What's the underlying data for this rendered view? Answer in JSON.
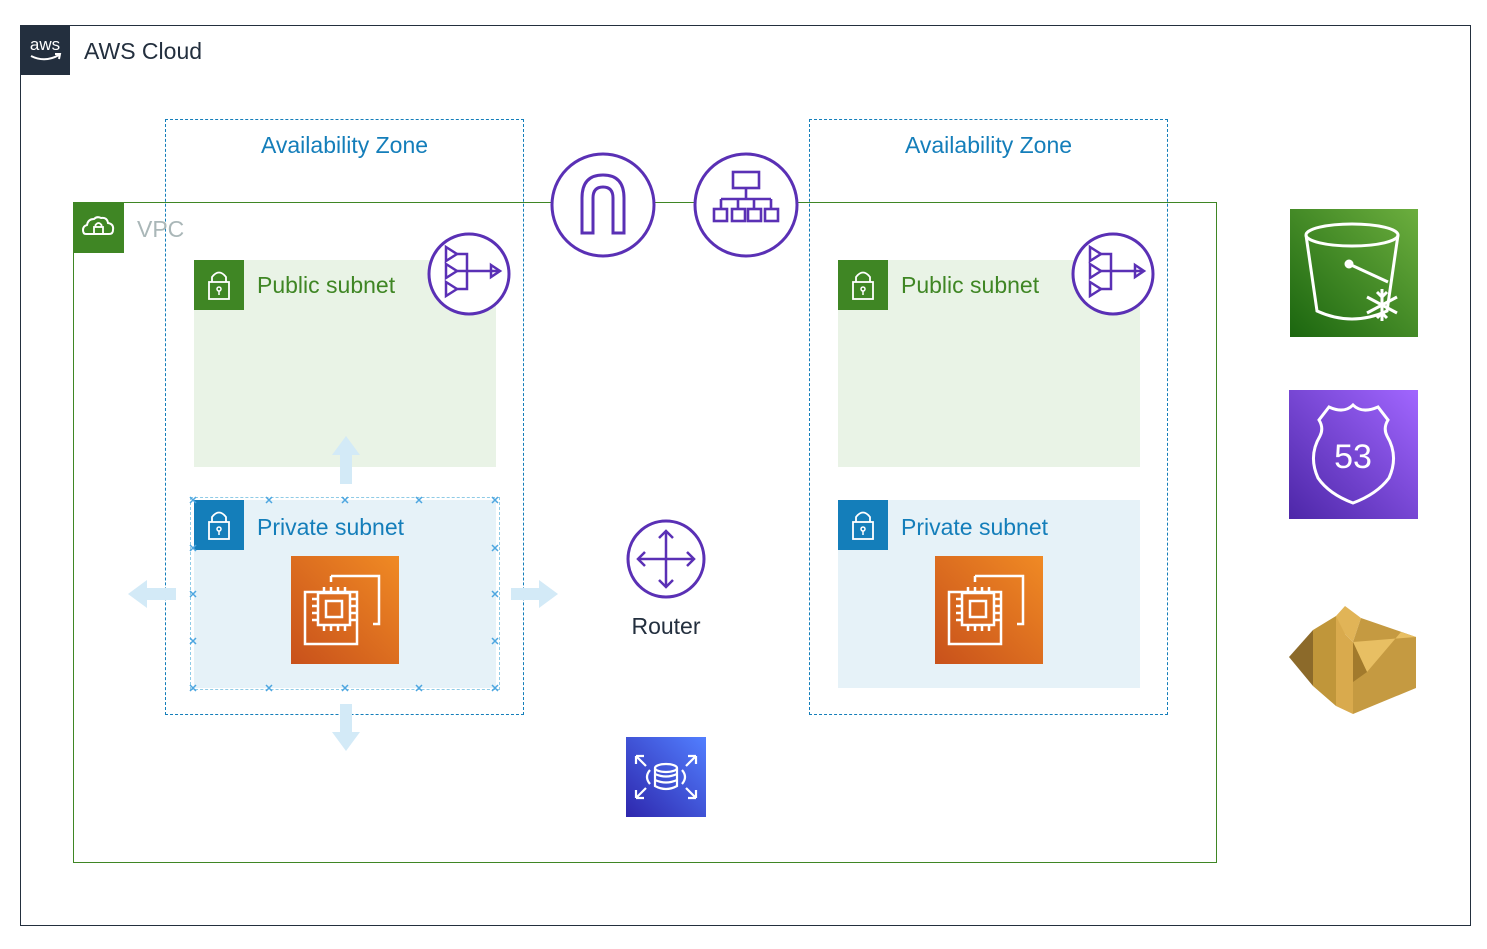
{
  "cloud": {
    "title": "AWS Cloud",
    "icon": "aws-logo-icon",
    "color": "#232f3e"
  },
  "vpc": {
    "title": "VPC",
    "icon": "cloud-lock-icon",
    "color": "#3f8624"
  },
  "zones": [
    {
      "title": "Availability Zone",
      "public_subnet": "Public subnet",
      "private_subnet": "Private subnet"
    },
    {
      "title": "Availability Zone",
      "public_subnet": "Public subnet",
      "private_subnet": "Private subnet"
    }
  ],
  "router": {
    "label": "Router"
  },
  "icons": {
    "nat_gateway": "nat-gateway-icon",
    "internet_gateway": "internet-gateway-icon",
    "load_balancer": "load-balancer-icon",
    "ec2_instance": "ec2-instance-icon",
    "router": "router-icon",
    "rds": "rds-icon",
    "s3_glacier": "s3-glacier-icon",
    "route53": "route53-icon",
    "ses": "ses-icon"
  },
  "route53_number": "53",
  "colors": {
    "zone": "#147eba",
    "public": "#3f8624",
    "private": "#147eba",
    "network": "#5a30b5",
    "compute": "#d86613"
  }
}
